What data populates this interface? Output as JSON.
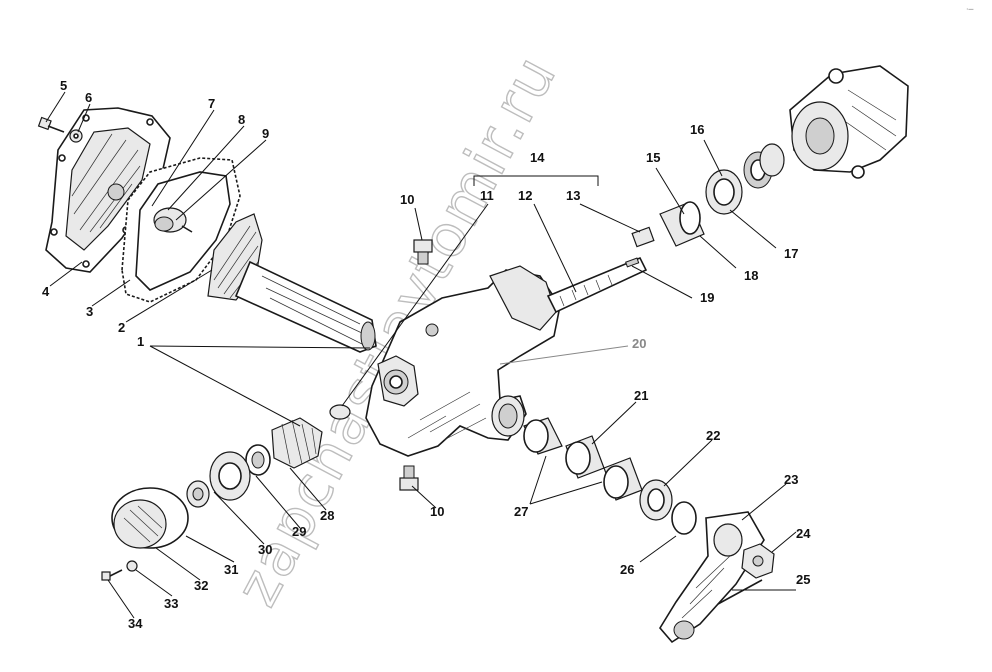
{
  "watermark": "zapchastiavtomir.ru",
  "callouts": [
    {
      "id": "1",
      "label": "1"
    },
    {
      "id": "2",
      "label": "2"
    },
    {
      "id": "3",
      "label": "3"
    },
    {
      "id": "4",
      "label": "4"
    },
    {
      "id": "5",
      "label": "5"
    },
    {
      "id": "6",
      "label": "6"
    },
    {
      "id": "7",
      "label": "7"
    },
    {
      "id": "8",
      "label": "8"
    },
    {
      "id": "9",
      "label": "9"
    },
    {
      "id": "10a",
      "label": "10"
    },
    {
      "id": "10b",
      "label": "10"
    },
    {
      "id": "11",
      "label": "11"
    },
    {
      "id": "12",
      "label": "12"
    },
    {
      "id": "13",
      "label": "13"
    },
    {
      "id": "14",
      "label": "14"
    },
    {
      "id": "15",
      "label": "15"
    },
    {
      "id": "16",
      "label": "16"
    },
    {
      "id": "17",
      "label": "17"
    },
    {
      "id": "18",
      "label": "18"
    },
    {
      "id": "19",
      "label": "19"
    },
    {
      "id": "20",
      "label": "20"
    },
    {
      "id": "21",
      "label": "21"
    },
    {
      "id": "22",
      "label": "22"
    },
    {
      "id": "23",
      "label": "23"
    },
    {
      "id": "24",
      "label": "24"
    },
    {
      "id": "25",
      "label": "25"
    },
    {
      "id": "26",
      "label": "26"
    },
    {
      "id": "27",
      "label": "27"
    },
    {
      "id": "28",
      "label": "28"
    },
    {
      "id": "29",
      "label": "29"
    },
    {
      "id": "30",
      "label": "30"
    },
    {
      "id": "31",
      "label": "31"
    },
    {
      "id": "32",
      "label": "32"
    },
    {
      "id": "33",
      "label": "33"
    },
    {
      "id": "34",
      "label": "34"
    }
  ]
}
